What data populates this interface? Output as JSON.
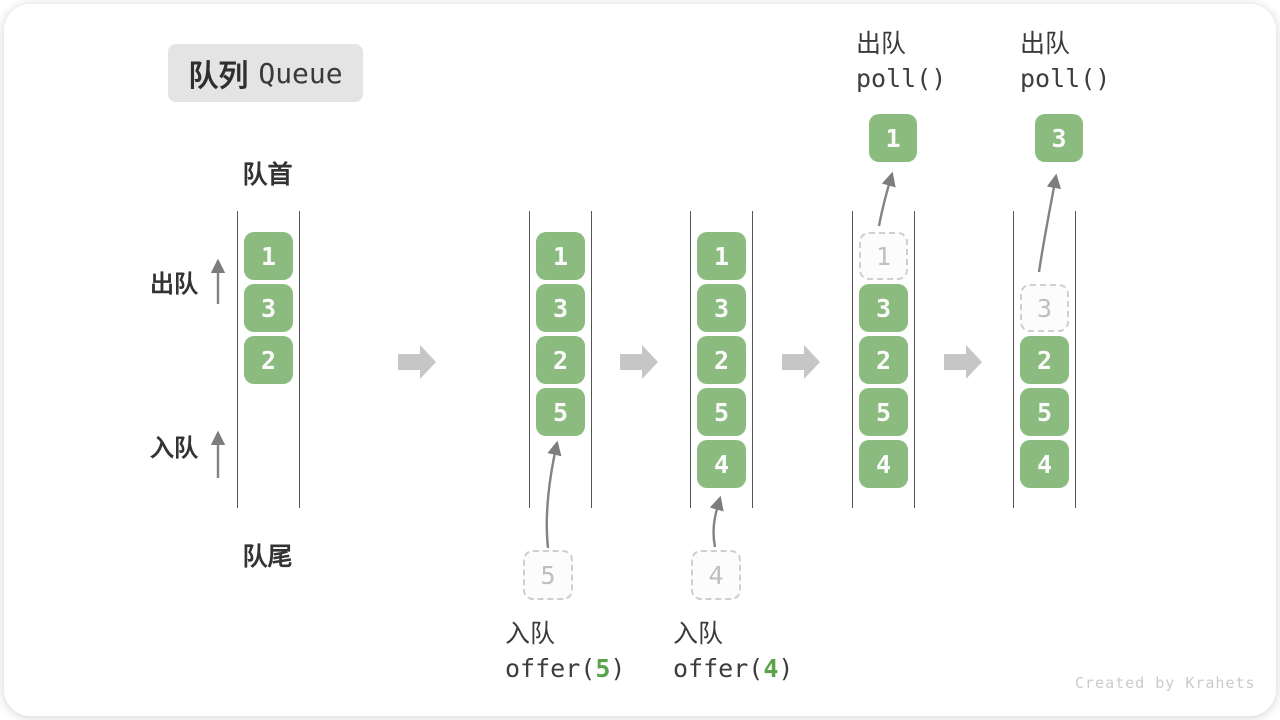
{
  "title": {
    "zh": "队列",
    "en": "Queue"
  },
  "side_labels": {
    "front": "队首",
    "rear": "队尾",
    "dequeue": "出队",
    "enqueue": "入队"
  },
  "watermark": "Created by Krahets",
  "colors": {
    "cell_green": "#8cbb80",
    "arg_green": "#5ba24b",
    "ghost_border": "#cfcfcf",
    "block_arrow": "#c6c6c6",
    "flow_arrow": "#838383"
  },
  "states": [
    {
      "cells": [
        {
          "value": "1",
          "type": "filled"
        },
        {
          "value": "3",
          "type": "filled"
        },
        {
          "value": "2",
          "type": "filled"
        }
      ]
    },
    {
      "cells": [
        {
          "value": "1",
          "type": "filled"
        },
        {
          "value": "3",
          "type": "filled"
        },
        {
          "value": "2",
          "type": "filled"
        },
        {
          "value": "5",
          "type": "filled"
        }
      ],
      "incoming": {
        "value": "5"
      },
      "op": {
        "action": "入队",
        "fn": "offer(",
        "arg": "5",
        "close": ")"
      }
    },
    {
      "cells": [
        {
          "value": "1",
          "type": "filled"
        },
        {
          "value": "3",
          "type": "filled"
        },
        {
          "value": "2",
          "type": "filled"
        },
        {
          "value": "5",
          "type": "filled"
        },
        {
          "value": "4",
          "type": "filled"
        }
      ],
      "incoming": {
        "value": "4"
      },
      "op": {
        "action": "入队",
        "fn": "offer(",
        "arg": "4",
        "close": ")"
      }
    },
    {
      "cells": [
        {
          "value": "1",
          "type": "ghost"
        },
        {
          "value": "3",
          "type": "filled"
        },
        {
          "value": "2",
          "type": "filled"
        },
        {
          "value": "5",
          "type": "filled"
        },
        {
          "value": "4",
          "type": "filled"
        }
      ],
      "outgoing": {
        "value": "1"
      },
      "op": {
        "action": "出队",
        "fn": "poll()"
      }
    },
    {
      "cells": [
        {
          "value": "3",
          "type": "ghost"
        },
        {
          "value": "2",
          "type": "filled"
        },
        {
          "value": "5",
          "type": "filled"
        },
        {
          "value": "4",
          "type": "filled"
        }
      ],
      "outgoing": {
        "value": "3"
      },
      "op": {
        "action": "出队",
        "fn": "poll()"
      }
    }
  ]
}
